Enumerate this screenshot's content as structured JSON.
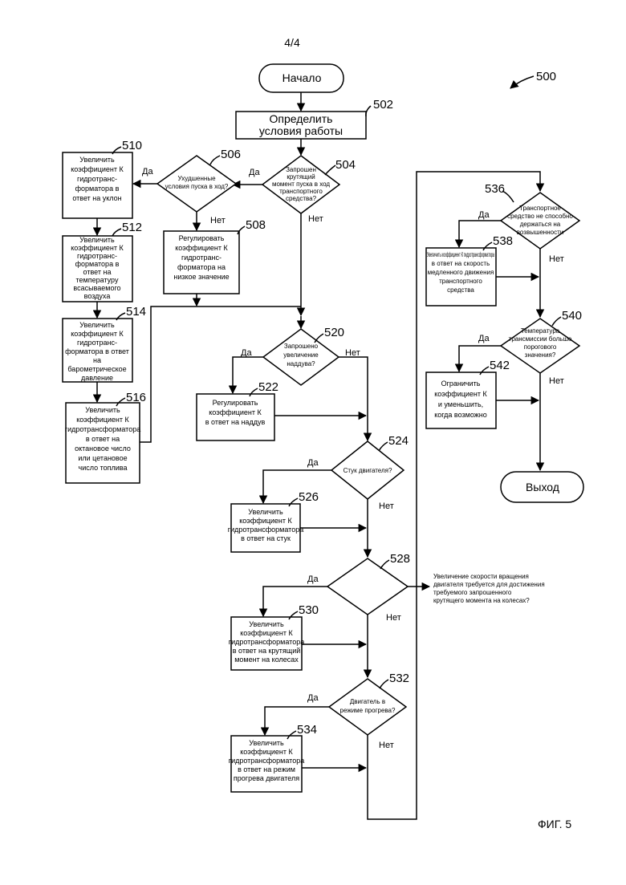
{
  "page": {
    "number": "4/4",
    "figure_label": "ФИГ. 5",
    "figure_ref": "500"
  },
  "terminals": {
    "start": "Начало",
    "exit": "Выход"
  },
  "answers": {
    "yes": "Да",
    "no": "Нет"
  },
  "nodes": [
    {
      "ref": "502",
      "lines": [
        "Определить",
        "условия работы"
      ]
    },
    {
      "ref": "504",
      "lines": [
        "Запрошен",
        "крутящий",
        "момент пуска в ход",
        "транспортного",
        "средства?"
      ]
    },
    {
      "ref": "506",
      "lines": [
        "Ухудшенные",
        "условия пуска в ход?"
      ]
    },
    {
      "ref": "508",
      "lines": [
        "Регулировать",
        "коэффициент К",
        "гидротранс-",
        "форматора на",
        "низкое значение"
      ]
    },
    {
      "ref": "510",
      "lines": [
        "Увеличить",
        "коэффициент К",
        "гидротранс-",
        "форматора в",
        "ответ на уклон"
      ]
    },
    {
      "ref": "512",
      "lines": [
        "Увеличить",
        "коэффициент К",
        "гидротранс-",
        "форматора в",
        "ответ на",
        "температуру",
        "всасываемого",
        "воздуха"
      ]
    },
    {
      "ref": "514",
      "lines": [
        "Увеличить",
        "коэффициент К",
        "гидротранс-",
        "форматора в ответ",
        "на",
        "барометрическое",
        "давление"
      ]
    },
    {
      "ref": "516",
      "lines": [
        "Увеличить",
        "коэффициент К",
        "гидротрансформатора",
        "в ответ на",
        "октановое число",
        "или цетановое",
        "число топлива"
      ]
    },
    {
      "ref": "520",
      "lines": [
        "Запрошено",
        "увеличение",
        "наддува?"
      ]
    },
    {
      "ref": "522",
      "lines": [
        "Регулировать",
        "коэффициент К",
        "в ответ на наддув"
      ]
    },
    {
      "ref": "524",
      "lines": [
        "Стук двигателя?"
      ]
    },
    {
      "ref": "526",
      "lines": [
        "Увеличить",
        "коэффициент К",
        "гидротрансформатора",
        "в ответ на стук"
      ]
    },
    {
      "ref": "528",
      "lines": [
        "Увеличение скорости вращения",
        "двигателя требуется для достижения",
        "требуемого запрошенного",
        "крутящего момента на колесах?"
      ]
    },
    {
      "ref": "530",
      "lines": [
        "Увеличить",
        "коэффициент К",
        "гидротрансформатора",
        "в ответ на крутящий",
        "момент на колесах"
      ]
    },
    {
      "ref": "532",
      "lines": [
        "Двигатель в",
        "режиме прогрева?"
      ]
    },
    {
      "ref": "534",
      "lines": [
        "Увеличить",
        "коэффициент К",
        "гидротрансформатора",
        "в ответ на режим",
        "прогрева двигателя"
      ]
    },
    {
      "ref": "536",
      "lines": [
        "Транспортное",
        "средство не способно",
        "держаться на",
        "возвышенности"
      ]
    },
    {
      "ref": "538",
      "lines": [
        "Увеличить коэффициент К гидротрансформатора",
        "в ответ на скорость",
        "медленного движения",
        "транспортного",
        "средства"
      ]
    },
    {
      "ref": "540",
      "lines": [
        "Температура",
        "трансмиссии больше",
        "порогового",
        "значения?"
      ]
    },
    {
      "ref": "542",
      "lines": [
        "Ограничить",
        "коэффициент К",
        "и уменьшить,",
        "когда возможно"
      ]
    }
  ]
}
